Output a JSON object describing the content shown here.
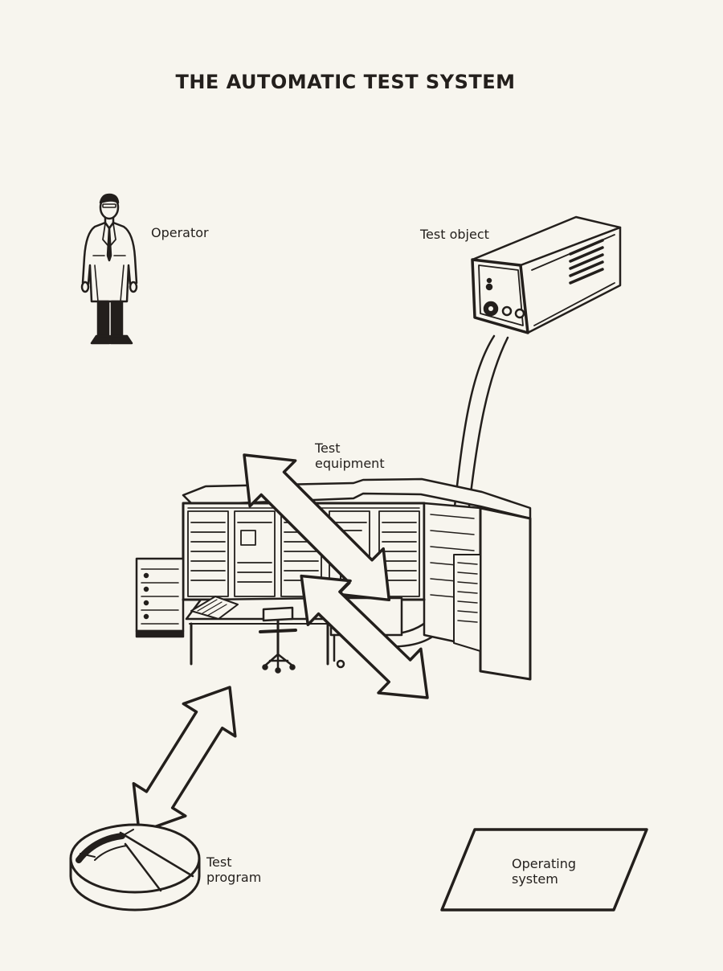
{
  "title": "THE AUTOMATIC TEST SYSTEM",
  "nodes": {
    "operator": {
      "lines": [
        "Operator"
      ]
    },
    "test_object": {
      "lines": [
        "Test object"
      ]
    },
    "test_equipment": {
      "lines": [
        "Test",
        "equipment"
      ]
    },
    "test_program": {
      "lines": [
        "Test",
        "program"
      ]
    },
    "operating_system": {
      "lines": [
        "Operating",
        "system"
      ]
    }
  },
  "connections": [
    {
      "from": "operator",
      "to": "test_equipment",
      "type": "double-arrow"
    },
    {
      "from": "test_program",
      "to": "test_equipment",
      "type": "double-arrow"
    },
    {
      "from": "operating_system",
      "to": "test_equipment",
      "type": "double-arrow"
    },
    {
      "from": "test_object",
      "to": "test_equipment",
      "type": "cable"
    }
  ],
  "colors": {
    "ink": "#231f1c",
    "paper": "#f7f5ee"
  }
}
